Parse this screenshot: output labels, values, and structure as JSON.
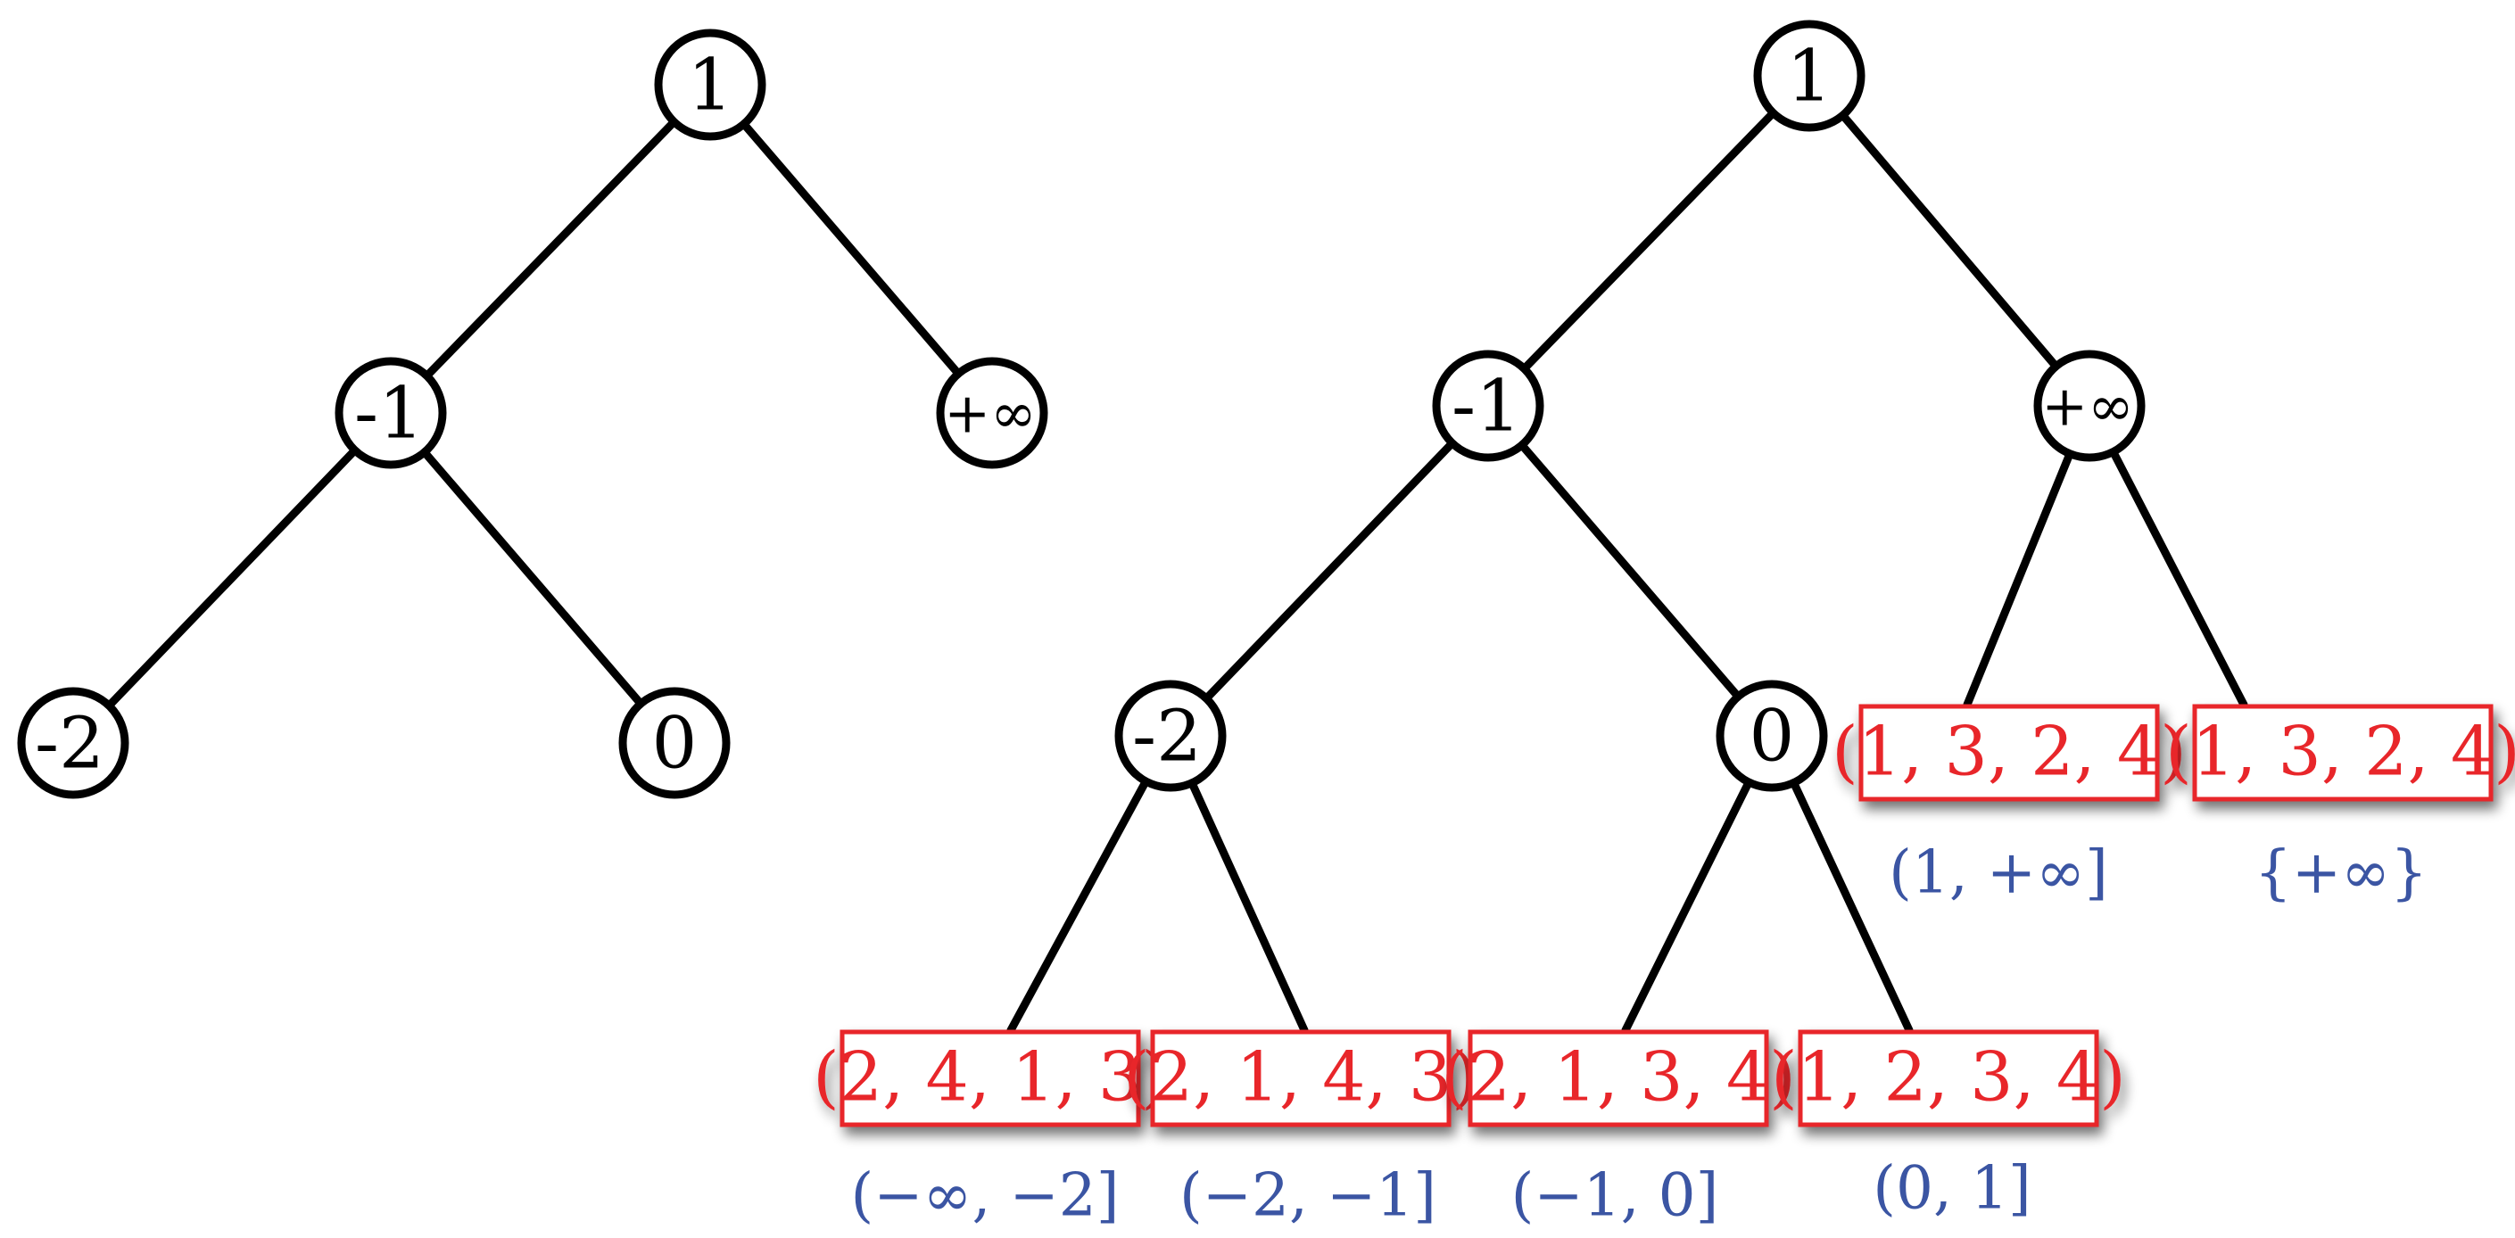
{
  "colors": {
    "edge": "#000000",
    "node_border": "#000000",
    "leaf_text": "#e8262b",
    "leaf_border": "#e8262b",
    "interval_text": "#3b55a3"
  },
  "left_tree": {
    "nodes": {
      "root": "1",
      "left": "-1",
      "right": "+∞",
      "left_left": "-2",
      "left_right": "0"
    }
  },
  "right_tree": {
    "nodes": {
      "root": "1",
      "left": "-1",
      "right": "+∞",
      "left_left": "-2",
      "left_right": "0"
    },
    "leaves": [
      {
        "permutation": "(2, 4, 1, 3)",
        "interval": "(−∞, −2]"
      },
      {
        "permutation": "(2, 1, 4, 3)",
        "interval": "(−2, −1]"
      },
      {
        "permutation": "(2, 1, 3, 4)",
        "interval": "(−1, 0]"
      },
      {
        "permutation": "(1, 2, 3, 4)",
        "interval": "(0, 1]"
      },
      {
        "permutation": "(1, 3, 2, 4)",
        "interval": "(1, +∞]"
      },
      {
        "permutation": "(1, 3, 2, 4)",
        "interval": "{+∞}"
      }
    ]
  }
}
